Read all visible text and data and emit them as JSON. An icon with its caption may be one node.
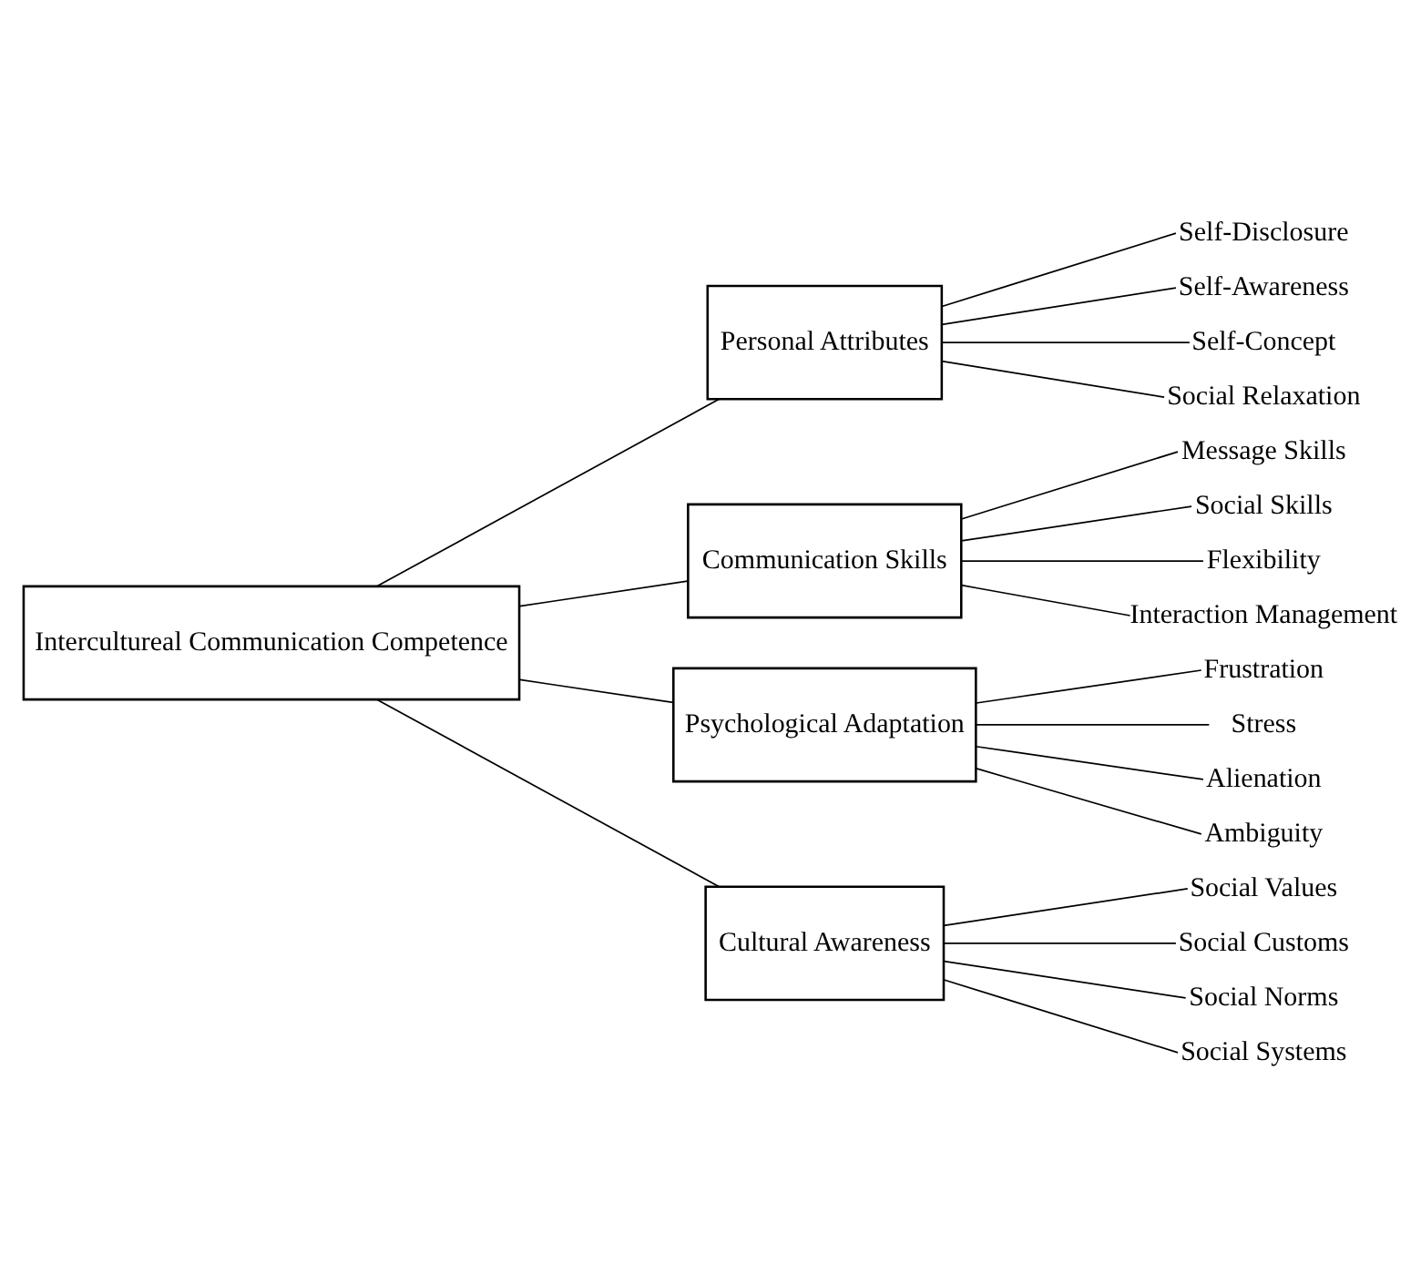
{
  "diagram": {
    "nodes": [
      {
        "text": [
          "Intercultureal Communication Competence"
        ]
      },
      {
        "text": [
          "Personal Attributes"
        ]
      },
      {
        "text": [
          "Self-Disclosure"
        ]
      },
      {
        "text": [
          "Self-Awareness"
        ]
      },
      {
        "text": [
          "Self-Concept"
        ]
      },
      {
        "text": [
          "Social Relaxation"
        ]
      },
      {
        "text": [
          "Communication Skills"
        ]
      },
      {
        "text": [
          "Message Skills"
        ]
      },
      {
        "text": [
          "Social Skills"
        ]
      },
      {
        "text": [
          "Flexibility"
        ]
      },
      {
        "text": [
          "Interaction Management"
        ]
      },
      {
        "text": [
          "Psychological Adaptation"
        ]
      },
      {
        "text": [
          "Frustration"
        ]
      },
      {
        "text": [
          "Stress"
        ]
      },
      {
        "text": [
          "Alienation"
        ]
      },
      {
        "text": [
          "Ambiguity"
        ]
      },
      {
        "text": [
          "Cultural Awareness"
        ]
      },
      {
        "text": [
          "Social Values"
        ]
      },
      {
        "text": [
          "Social Customs"
        ]
      },
      {
        "text": [
          "Social Norms"
        ]
      },
      {
        "text": [
          "Social Systems"
        ]
      }
    ],
    "edges": [
      {
        "from": 0,
        "to": 1,
        "arrow": "none"
      },
      {
        "from": 0,
        "to": 6,
        "arrow": "none"
      },
      {
        "from": 0,
        "to": 11,
        "arrow": "none"
      },
      {
        "from": 0,
        "to": 16,
        "arrow": "none"
      },
      {
        "from": 1,
        "to": 2,
        "arrow": "none"
      },
      {
        "from": 1,
        "to": 3,
        "arrow": "none"
      },
      {
        "from": 1,
        "to": 4,
        "arrow": "none"
      },
      {
        "from": 1,
        "to": 5,
        "arrow": "none"
      },
      {
        "from": 6,
        "to": 7,
        "arrow": "none"
      },
      {
        "from": 6,
        "to": 8,
        "arrow": "none"
      },
      {
        "from": 6,
        "to": 9,
        "arrow": "none"
      },
      {
        "from": 6,
        "to": 10,
        "arrow": "none"
      },
      {
        "from": 11,
        "to": 12,
        "arrow": "none"
      },
      {
        "from": 11,
        "to": 13,
        "arrow": "none"
      },
      {
        "from": 11,
        "to": 14,
        "arrow": "none"
      },
      {
        "from": 11,
        "to": 15,
        "arrow": "none"
      },
      {
        "from": 16,
        "to": 17,
        "arrow": "none"
      },
      {
        "from": 16,
        "to": 18,
        "arrow": "none"
      },
      {
        "from": 16,
        "to": 19,
        "arrow": "none"
      },
      {
        "from": 16,
        "to": 20,
        "arrow": "none"
      }
    ]
  }
}
